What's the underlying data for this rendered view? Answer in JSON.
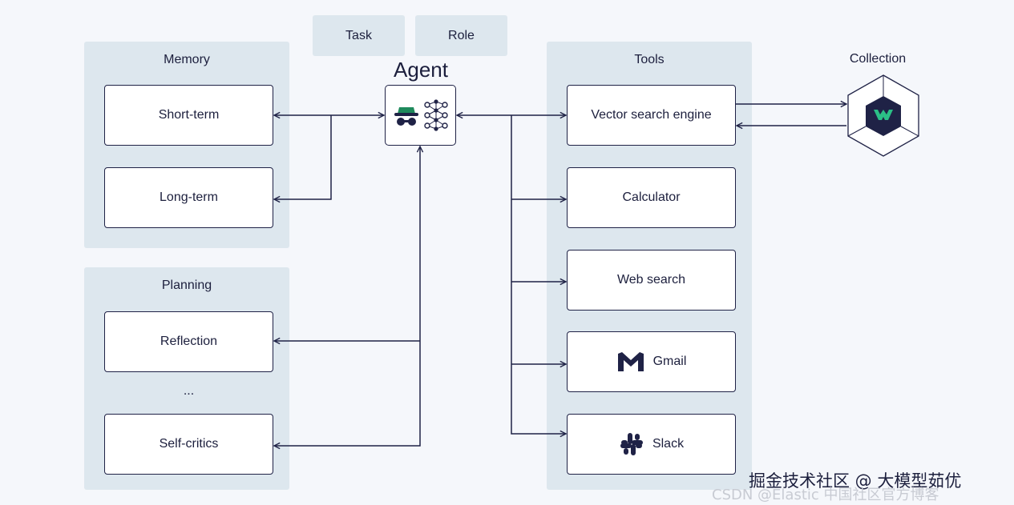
{
  "top_chips": {
    "task": "Task",
    "role": "Role"
  },
  "agent": {
    "title": "Agent"
  },
  "memory": {
    "title": "Memory",
    "items": [
      "Short-term",
      "Long-term"
    ]
  },
  "planning": {
    "title": "Planning",
    "items": [
      "Reflection",
      "...",
      "Self-critics"
    ]
  },
  "tools": {
    "title": "Tools",
    "items": [
      "Vector search engine",
      "Calculator",
      "Web search",
      "Gmail",
      "Slack"
    ]
  },
  "collection": {
    "title": "Collection"
  },
  "watermark": {
    "line1": "掘金技术社区 @ 大模型茹优",
    "line2": "CSDN @Elastic 中国社区官方博客"
  },
  "colors": {
    "background": "#f5f7fb",
    "panel": "#dde7ee",
    "line": "#1f2246",
    "agent_hat_green": "#1f8a5c",
    "collection_logo_green": "#2bbf86"
  },
  "icons": {
    "agent": [
      "spy-agent-icon",
      "neural-network-icon"
    ],
    "gmail": "gmail-icon",
    "slack": "slack-icon",
    "collection": "collection-hexagon-icon"
  }
}
